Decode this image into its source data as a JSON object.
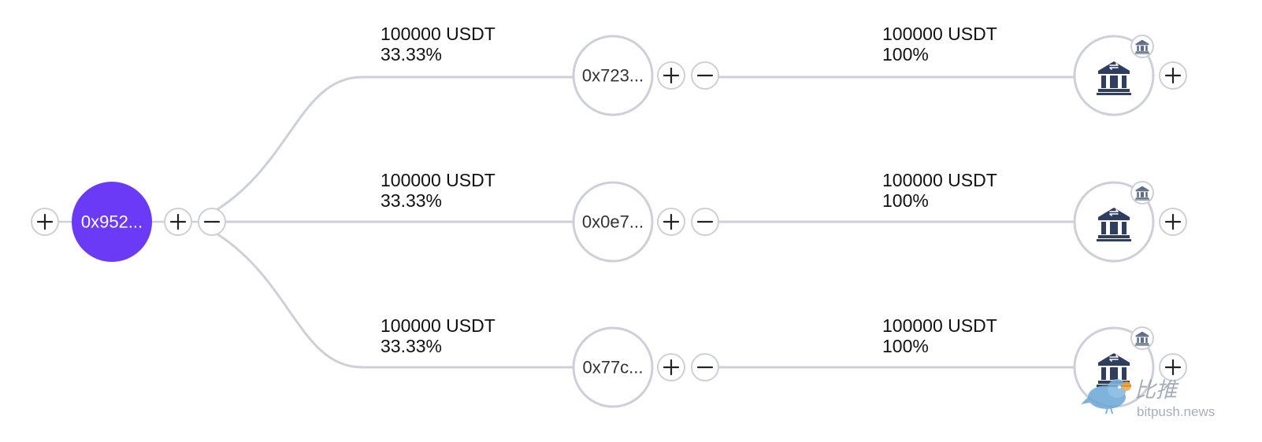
{
  "root": {
    "label": "0x952..."
  },
  "branches": [
    {
      "node": "0x723...",
      "in_amount": "100000 USDT",
      "in_percent": "33.33%",
      "out_amount": "100000 USDT",
      "out_percent": "100%",
      "target_icon": "bank-icon",
      "badge_icon": "bank-icon"
    },
    {
      "node": "0x0e7...",
      "in_amount": "100000 USDT",
      "in_percent": "33.33%",
      "out_amount": "100000 USDT",
      "out_percent": "100%",
      "target_icon": "bank-icon",
      "badge_icon": "bank-icon"
    },
    {
      "node": "0x77c...",
      "in_amount": "100000 USDT",
      "in_percent": "33.33%",
      "out_amount": "100000 USDT",
      "out_percent": "100%",
      "target_icon": "bank-icon",
      "badge_icon": "bank-icon"
    }
  ],
  "controls": {
    "expand_icon": "plus-icon",
    "collapse_icon": "minus-icon"
  },
  "watermark": {
    "text": "比推",
    "url": "bitpush.news"
  },
  "colors": {
    "root_fill": "#6b3af7",
    "edge": "#cdd0d9",
    "bank": "#2f3e5f"
  }
}
